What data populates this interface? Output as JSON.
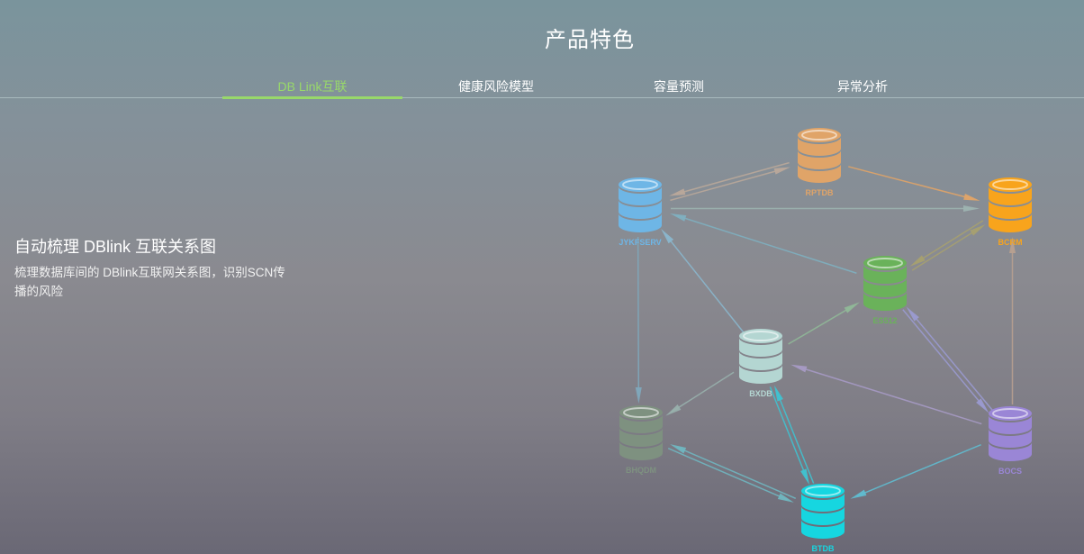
{
  "header": {
    "title": "产品特色"
  },
  "tabs": [
    {
      "label": "DB Link互联",
      "active": true
    },
    {
      "label": "健康风险模型",
      "active": false
    },
    {
      "label": "容量预测",
      "active": false
    },
    {
      "label": "异常分析",
      "active": false
    }
  ],
  "feature": {
    "heading": "自动梳理 DBlink 互联关系图",
    "description": "梳理数据库间的 DBlink互联网关系图，识别SCN传播的风险"
  },
  "diagram": {
    "nodes": [
      {
        "id": "rptdb",
        "label": "RPTDB",
        "color": "#e0a468"
      },
      {
        "id": "jykfserv",
        "label": "JYKFSERV",
        "color": "#6eb6e6"
      },
      {
        "id": "bcrm",
        "label": "BCRM",
        "color": "#f8a41c"
      },
      {
        "id": "es512",
        "label": "ES512",
        "color": "#6ab25a"
      },
      {
        "id": "bxdb",
        "label": "BXDB",
        "color": "#b4d6d2"
      },
      {
        "id": "bhqdm",
        "label": "BHQDM",
        "color": "#7e9180"
      },
      {
        "id": "bocs",
        "label": "BOCS",
        "color": "#9a86d6"
      },
      {
        "id": "btdb",
        "label": "BTDB",
        "color": "#16d6e0"
      }
    ],
    "edges": [
      {
        "from": "jykfserv",
        "to": "rptdb",
        "color": "#b9a89a"
      },
      {
        "from": "rptdb",
        "to": "jykfserv",
        "color": "#b9a89a"
      },
      {
        "from": "rptdb",
        "to": "bcrm",
        "color": "#e0a468"
      },
      {
        "from": "jykfserv",
        "to": "bcrm",
        "color": "#9db3b0"
      },
      {
        "from": "bcrm",
        "to": "es512",
        "color": "#a6a070"
      },
      {
        "from": "es512",
        "to": "bcrm",
        "color": "#a6a070"
      },
      {
        "from": "es512",
        "to": "jykfserv",
        "color": "#7fb0c0"
      },
      {
        "from": "bxdb",
        "to": "jykfserv",
        "color": "#8ab6cc"
      },
      {
        "from": "jykfserv",
        "to": "bhqdm",
        "color": "#7fa8bc"
      },
      {
        "from": "bxdb",
        "to": "es512",
        "color": "#90b898"
      },
      {
        "from": "bxdb",
        "to": "bhqdm",
        "color": "#98b0ac"
      },
      {
        "from": "bxdb",
        "to": "btdb",
        "color": "#40c2d0"
      },
      {
        "from": "btdb",
        "to": "bxdb",
        "color": "#40c2d0"
      },
      {
        "from": "bhqdm",
        "to": "btdb",
        "color": "#70b6c0"
      },
      {
        "from": "btdb",
        "to": "bhqdm",
        "color": "#70b6c0"
      },
      {
        "from": "bocs",
        "to": "bxdb",
        "color": "#a69ac4"
      },
      {
        "from": "bocs",
        "to": "bcrm",
        "color": "#b8a090"
      },
      {
        "from": "es512",
        "to": "bocs",
        "color": "#9a9ad0"
      },
      {
        "from": "bocs",
        "to": "es512",
        "color": "#9a9ad0"
      },
      {
        "from": "bocs",
        "to": "btdb",
        "color": "#60bcd0"
      }
    ]
  }
}
